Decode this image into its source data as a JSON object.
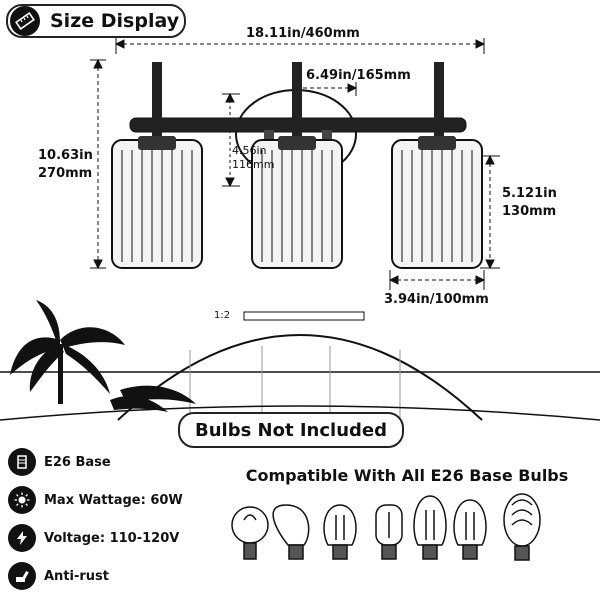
{
  "header": {
    "title": "Size Display"
  },
  "dimensions": {
    "overall_width": "18.11in/460mm",
    "spacing": "6.49in/165mm",
    "overall_height_in": "10.63in",
    "overall_height_mm": "270mm",
    "backplate_height_in": "4.56in",
    "backplate_height_mm": "116mm",
    "shade_height_in": "5.121in",
    "shade_height_mm": "130mm",
    "shade_width": "3.94in/100mm",
    "scene_label": "1:2"
  },
  "banner": {
    "text": "Bulbs Not Included"
  },
  "features": [
    {
      "icon": "socket-icon",
      "label": "E26 Base"
    },
    {
      "icon": "sun-icon",
      "label": "Max Wattage: 60W"
    },
    {
      "icon": "lightning-icon",
      "label": "Voltage: 110-120V"
    },
    {
      "icon": "brush-icon",
      "label": "Anti-rust"
    }
  ],
  "compatibility": {
    "title": "Compatible With All E26 Base Bulbs"
  }
}
